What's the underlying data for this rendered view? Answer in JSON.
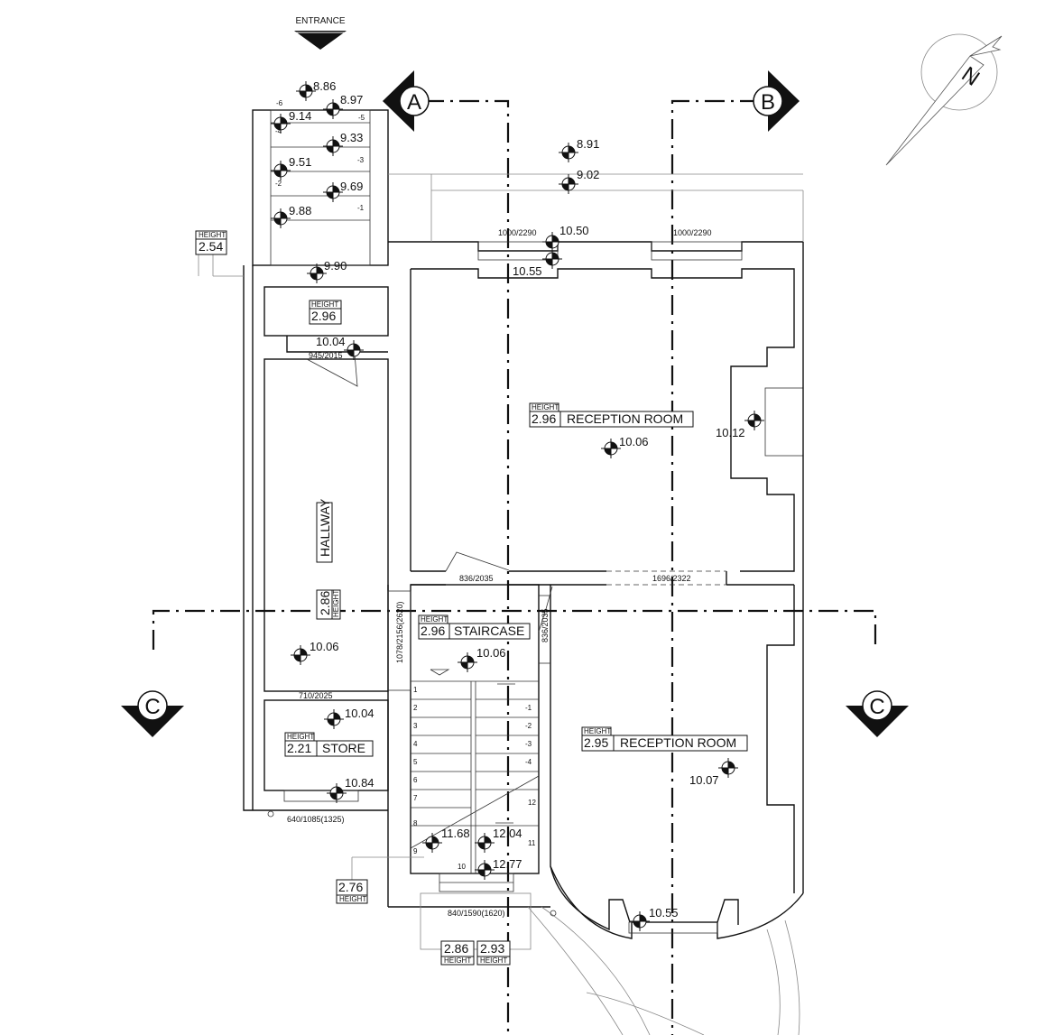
{
  "entrance_label": "ENTRANCE",
  "section_markers": {
    "a": "A",
    "b": "B",
    "c_left": "C",
    "c_right": "C"
  },
  "rooms": {
    "reception_upper": {
      "name": "RECEPTION ROOM",
      "height_caption": "HEIGHT",
      "height": "2.96"
    },
    "reception_lower": {
      "name": "RECEPTION ROOM",
      "height_caption": "HEIGHT",
      "height": "2.95"
    },
    "hallway": {
      "name": "HALLWAY",
      "height_caption": "HEIGHT",
      "height": "2.86"
    },
    "staircase": {
      "name": "STAIRCASE",
      "height_caption": "HEIGHT",
      "height": "2.96"
    },
    "store": {
      "name": "STORE",
      "height_caption": "HEIGHT",
      "height": "2.21"
    },
    "porch": {
      "height_caption": "HEIGHT",
      "height": "2.96"
    }
  },
  "height_tags": {
    "upper_left": {
      "caption": "HEIGHT",
      "value": "2.54"
    },
    "lower_left": {
      "caption": "HEIGHT",
      "value": "2.76"
    },
    "bottom_a": {
      "caption": "HEIGHT",
      "value": "2.86"
    },
    "bottom_b": {
      "caption": "HEIGHT",
      "value": "2.93"
    }
  },
  "levels": [
    "8.86",
    "8.97",
    "9.14",
    "9.33",
    "9.51",
    "9.69",
    "9.88",
    "9.90",
    "8.91",
    "9.02",
    "10.50",
    "10.55",
    "10.04",
    "10.06",
    "10.12",
    "10.06",
    "10.06",
    "10.04",
    "10.84",
    "10.07",
    "11.68",
    "12.04",
    "12.77",
    "10.55"
  ],
  "dimensions": [
    "1000/2290",
    "1000/2290",
    "945/2015",
    "836/2035",
    "1696/2322",
    "1078/2156(2620)",
    "836/2035",
    "710/2025",
    "640/1085(1325)",
    "840/1590(1620)"
  ],
  "step_marks": [
    "-6",
    "-5",
    "-4",
    "-3",
    "-2",
    "-1"
  ],
  "stair_numbers": [
    "1",
    "2",
    "3",
    "4",
    "5",
    "6",
    "7",
    "8",
    "9",
    "10",
    "11",
    "12"
  ],
  "stair_side_marks": [
    "-1",
    "-2",
    "-3",
    "-4"
  ],
  "north_label": "N",
  "colors": {
    "line": "#111111",
    "grey_line": "#888888",
    "background": "#ffffff"
  }
}
